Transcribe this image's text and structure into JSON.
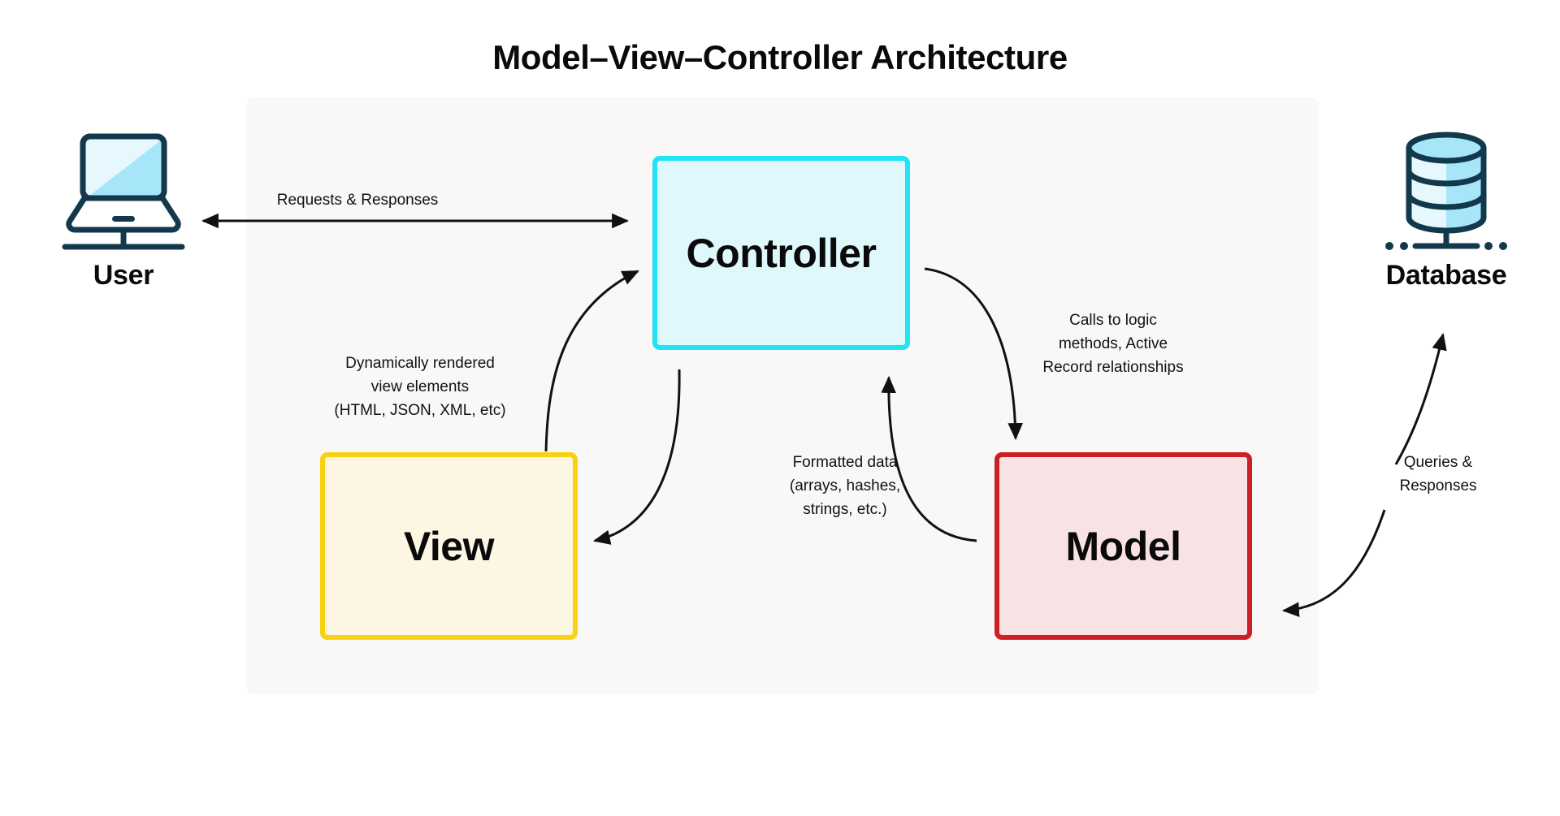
{
  "title": "Model–View–Controller Architecture",
  "theme": {
    "page_bg": "#ffffff",
    "panel_bg": "#faf8f6",
    "text": "#0a0a0a",
    "arrow": "#111111",
    "controller_border": "#22e2f5",
    "controller_fill": "#dff8fb",
    "view_border": "#f8d212",
    "view_fill": "#fcf6e2",
    "model_border": "#cc2026",
    "model_fill": "#f8e2e4",
    "icon_stroke": "#12394b",
    "icon_fill_light": "#e6f8fd",
    "icon_fill_mid": "#a6e6f8"
  },
  "nodes": {
    "controller": {
      "label": "Controller"
    },
    "view": {
      "label": "View"
    },
    "model": {
      "label": "Model"
    }
  },
  "endpoints": {
    "user": {
      "label": "User",
      "icon": "laptop-icon"
    },
    "database": {
      "label": "Database",
      "icon": "database-icon"
    }
  },
  "edges": {
    "user_controller": {
      "label": "Requests & Responses",
      "from": "User",
      "to": "Controller",
      "direction": "both"
    },
    "view_controller": {
      "label": "Dynamically  rendered\nview elements\n(HTML, JSON, XML, etc)",
      "from": "View",
      "to": "Controller",
      "direction": "to"
    },
    "controller_view": {
      "label": "",
      "from": "Controller",
      "to": "View",
      "direction": "to"
    },
    "controller_model": {
      "label": "Calls to logic\nmethods, Active\nRecord relationships",
      "from": "Controller",
      "to": "Model",
      "direction": "to"
    },
    "model_controller": {
      "label": "Formatted data\n(arrays, hashes,\nstrings, etc.)",
      "from": "Model",
      "to": "Controller",
      "direction": "to"
    },
    "model_database": {
      "label": "Queries &\nResponses",
      "from": "Model",
      "to": "Database",
      "direction": "both"
    }
  }
}
